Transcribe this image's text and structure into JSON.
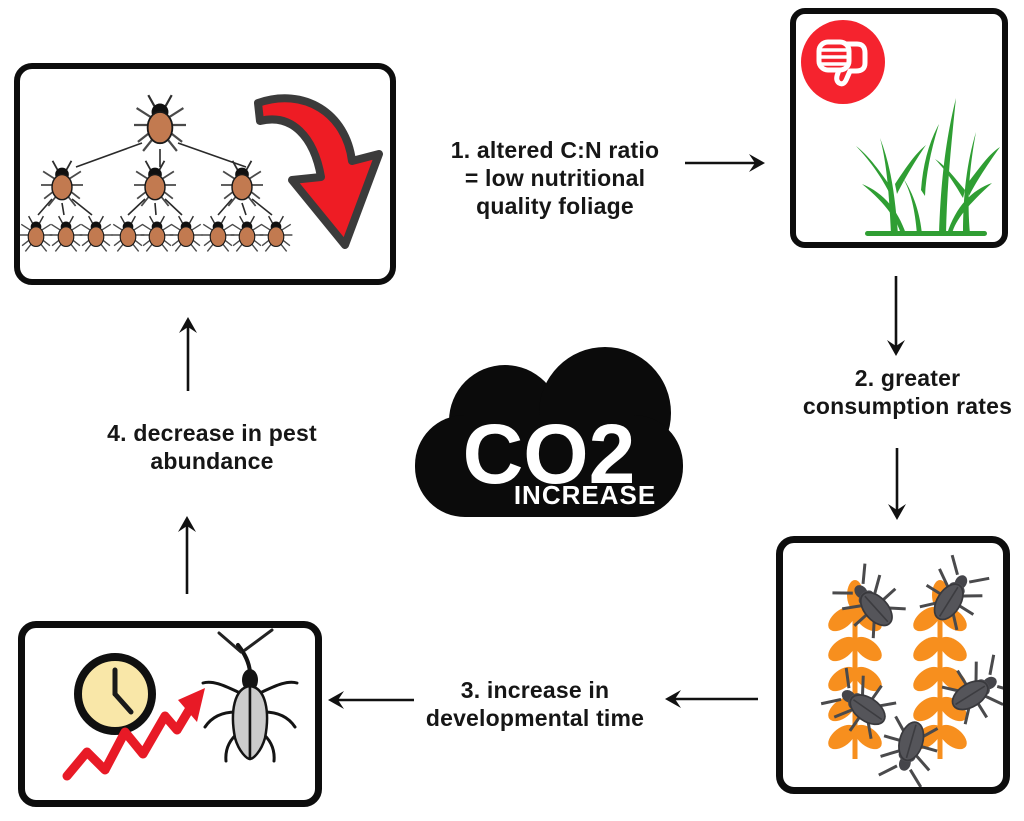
{
  "co2_cloud": {
    "label": "CO2",
    "sublabel": "INCREASE"
  },
  "steps": [
    {
      "lines": [
        "1. altered C:N ratio",
        "= low nutritional",
        "quality foliage"
      ]
    },
    {
      "lines": [
        "2. greater",
        "consumption rates"
      ]
    },
    {
      "lines": [
        "3. increase in",
        "developmental time"
      ]
    },
    {
      "lines": [
        "4. decrease in pest",
        "abundance"
      ]
    }
  ],
  "boxes": [
    {
      "name": "pest-abundance-decline",
      "icons": [
        "insect-family-tree-icon",
        "red-decline-arrow-icon"
      ]
    },
    {
      "name": "low-quality-foliage",
      "icons": [
        "thumbs-down-badge-icon",
        "corn-plant-icon"
      ]
    },
    {
      "name": "pests-on-wheat",
      "icons": [
        "wheat-stalk-icon",
        "dark-bug-icon"
      ]
    },
    {
      "name": "developmental-time",
      "icons": [
        "clock-icon",
        "rising-zigzag-arrow-icon",
        "weevil-icon"
      ]
    }
  ],
  "colors": {
    "arrow_red": "#ee1c24",
    "badge_red": "#f5232e",
    "plant_green": "#2f9e33",
    "wheat_orange": "#f78f1e",
    "tick_body_brown": "#c27a50",
    "bug_gray": "#55555a",
    "weevil_gray": "#cccccc",
    "clock_face_yellow": "#f9e7a8",
    "cloud_black": "#0b0b0b",
    "text_black": "#161616"
  }
}
